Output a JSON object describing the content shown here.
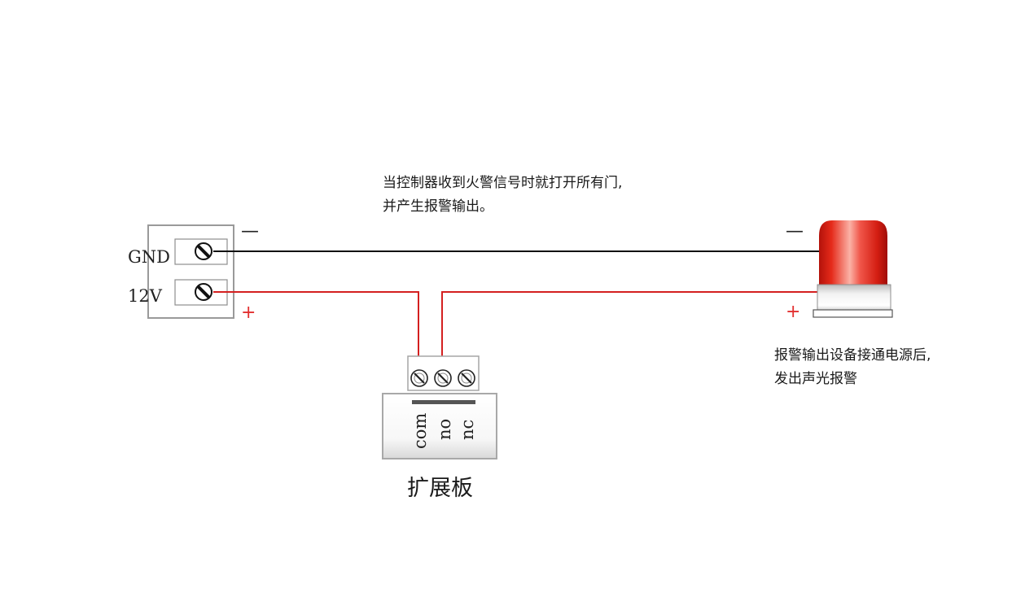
{
  "annotation_top": {
    "line1": "当控制器收到火警信号时就打开所有门,",
    "line2": "并产生报警输出。"
  },
  "controller_terminal": {
    "gnd_label": "GND",
    "v12_label": "12V",
    "minus_sign": "—",
    "plus_sign": "+"
  },
  "expansion_board": {
    "title": "扩展板",
    "pins": [
      "com",
      "no",
      "nc"
    ]
  },
  "alarm_device": {
    "minus_sign": "—",
    "plus_sign": "+",
    "caption_line1": "报警输出设备接通电源后,",
    "caption_line2": "发出声光报警"
  },
  "colors": {
    "wire_negative": "#111111",
    "wire_positive": "#d42020",
    "lamp_red": "#e02a1a"
  }
}
